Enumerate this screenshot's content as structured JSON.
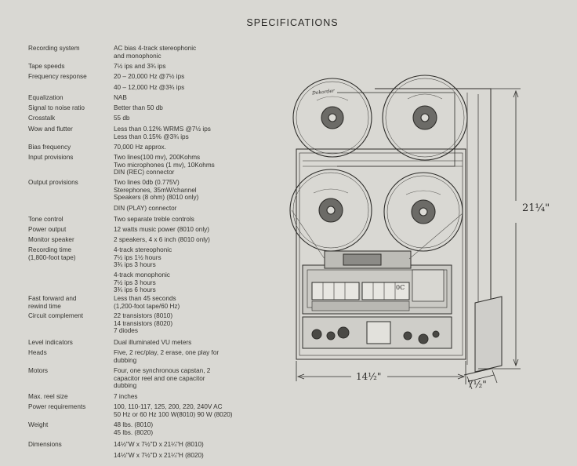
{
  "title": "SPECIFICATIONS",
  "specs": [
    {
      "label": "Recording system",
      "value": "AC bias 4-track stereophonic\nand monophonic"
    },
    {
      "label": "Tape speeds",
      "value": "7½ ips and 3¾ ips"
    },
    {
      "label": "Frequency response",
      "value": "20 – 20,000 Hz @7½ ips"
    },
    {
      "label": "",
      "value": "40 – 12,000 Hz @3¾ ips"
    },
    {
      "label": "Equalization",
      "value": "NAB"
    },
    {
      "label": "Signal to noise ratio",
      "value": "Better than 50 db"
    },
    {
      "label": "Crosstalk",
      "value": "55 db"
    },
    {
      "label": "Wow and flutter",
      "value": "Less than 0.12% WRMS @7½ ips\nLess than 0.15% @3¾ ips"
    },
    {
      "label": "Bias frequency",
      "value": "70,000 Hz approx."
    },
    {
      "label": "Input provisions",
      "value": "Two lines(100 mv), 200Kohms\nTwo microphones (1 mv), 10Kohms\nDIN (REC) connector"
    },
    {
      "label": "Output provisions",
      "value": "Two lines 0db (0.775V)\nSterephones, 35mW/channel\nSpeakers (8 ohm) (8010 only)"
    },
    {
      "label": "",
      "value": "DIN (PLAY) connector"
    },
    {
      "label": "Tone control",
      "value": "Two separate treble controls"
    },
    {
      "label": "Power output",
      "value": "12 watts music power (8010 only)"
    },
    {
      "label": "Monitor speaker",
      "value": "2 speakers, 4 x 6 inch (8010 only)"
    },
    {
      "label": "Recording time\n(1,800-foot tape)",
      "value": "4-track stereophonic\n    7½ ips 1½ hours\n    3¾ ips 3 hours"
    },
    {
      "label": "",
      "value": "4-track monophonic\n    7½ ips 3 hours\n    3¾ ips 6 hours"
    },
    {
      "label": "Fast forward and\nrewind time",
      "value": "Less than 45 seconds\n(1,200-foot tape/60 Hz)"
    },
    {
      "label": "Circuit complement",
      "value": "22 transistors (8010)\n14 transistors (8020)\n7 diodes"
    },
    {
      "label": "Level indicators",
      "value": "Dual illuminated VU meters"
    },
    {
      "label": "Heads",
      "value": "Five, 2 rec/play, 2 erase, one play for\ndubbing"
    },
    {
      "label": "Motors",
      "value": "Four, one synchronous capstan, 2\ncapacitor reel and one capacitor\ndubbing"
    },
    {
      "label": "Max. reel size",
      "value": "7 inches"
    },
    {
      "label": "Power requirements",
      "value": "100, 110-117, 125, 200, 220, 240V AC\n50 Hz or 60 Hz 100 W(8010) 90 W (8020)"
    },
    {
      "label": "Weight",
      "value": "48 lbs. (8010)\n45 lbs. (8020)"
    },
    {
      "label": "Dimensions",
      "value": "14½\"W x 7½\"D x 21¼\"H (8010)"
    },
    {
      "label": "",
      "value": "14½\"W x 7½\"D x 21¼\"H (8020)"
    }
  ],
  "drawing": {
    "height_label": "21¼\"",
    "width_label": "14½\"",
    "depth_label": "7½\"",
    "brand_text": "Dokorder",
    "counter_text": "0C"
  }
}
